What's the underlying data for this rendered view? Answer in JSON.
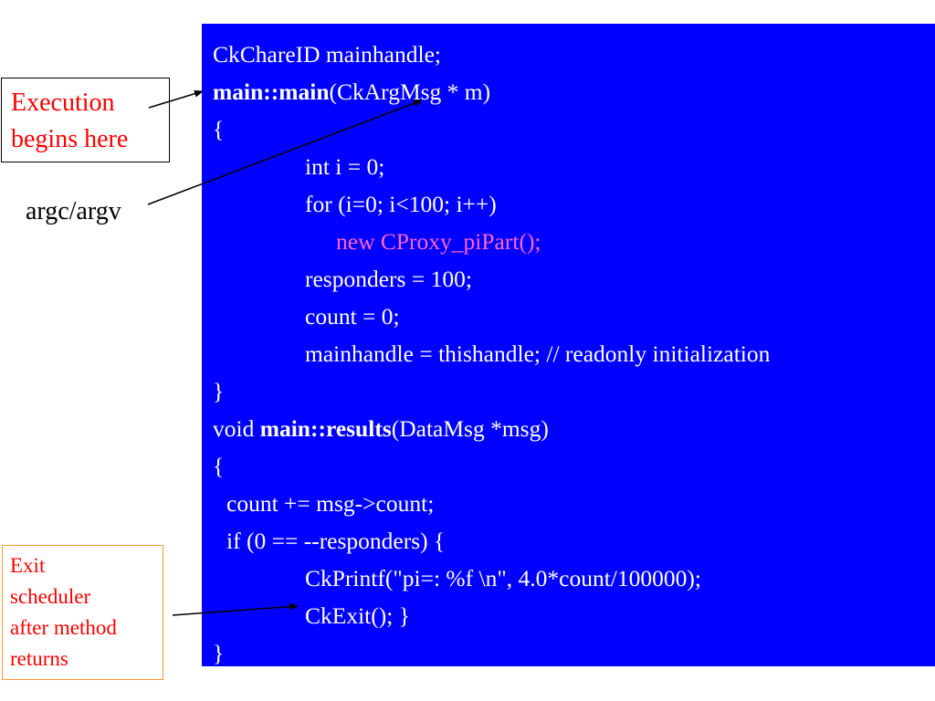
{
  "colors": {
    "panel_background": "#0000ff",
    "code_text": "#ffffff",
    "highlight_text": "#ff66cc",
    "callout_text": "#ff0000",
    "exit_box_border": "#ff9933"
  },
  "code": {
    "line1": "CkChareID mainhandle;",
    "line2_bold": "main::main",
    "line2_rest": "(CkArgMsg * m)",
    "line3": "{",
    "line4": "int i = 0;",
    "line5": "for (i=0; i<100; i++)",
    "line6": "new CProxy_piPart();",
    "line7": "responders = 100;",
    "line8": "count = 0;",
    "line9": "mainhandle = thishandle; // readonly initialization",
    "line10": "}",
    "line11_pre": "void ",
    "line11_bold": "main::results",
    "line11_rest": "(DataMsg *msg)",
    "line12": "{",
    "line13": "count += msg->count;",
    "line14": "if (0 == --responders) {",
    "line15": "CkPrintf(\"pi=: %f \\n\", 4.0*count/100000);",
    "line16": "CkExit(); }",
    "line17": "}"
  },
  "annotations": {
    "execution_line1": "Execution",
    "execution_line2": "begins here",
    "argc_label": "argc/argv",
    "exit_line1": "Exit",
    "exit_line2": "scheduler",
    "exit_line3": "after method",
    "exit_line4": "returns"
  }
}
